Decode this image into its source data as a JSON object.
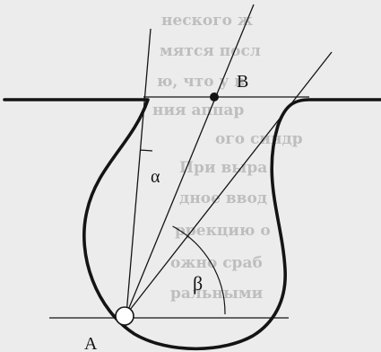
{
  "background_text": [
    "неского ж",
    "мятся посл",
    "ю, что у в",
    "ния аппар",
    "ого синдр",
    "При выра",
    "дное ввод",
    "ррекцию о",
    "ожно сраб",
    "ральными"
  ],
  "labels": {
    "point_a": "A",
    "point_b": "B",
    "angle_alpha": "α",
    "angle_beta": "β"
  },
  "colors": {
    "ink": "#141414",
    "paper": "#ececec",
    "faded_text": "#9a9a9a"
  }
}
